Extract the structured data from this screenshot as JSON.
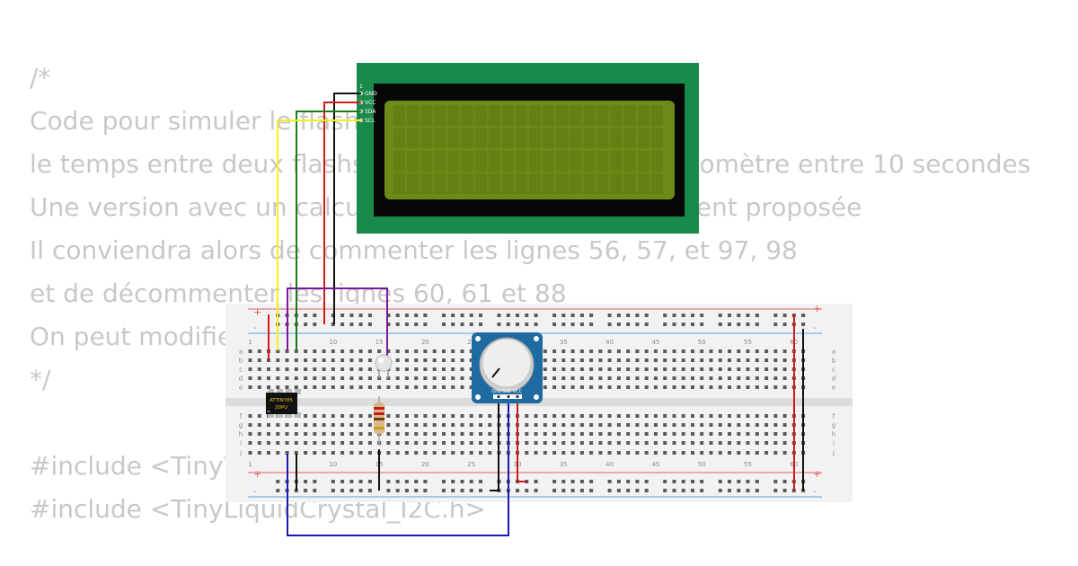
{
  "code_lines": [
    "/*",
    "Code pour simuler le flash",
    "le temps entre deux flashs est réglable par le potentiomètre entre 10 secondes",
    "Une version avec un calcul de l'intervalle est également proposée",
    "Il conviendra alors de commenter les lignes 56, 57, et 97, 98",
    "et de décommenter les lignes 60, 61 et 88",
    "On peut modifier les durées min et max aux lignes 30 et 31",
    "*/",
    "",
    "#include <TinyWireM.h>",
    "#include <TinyLiquidCrystal_I2C.h>"
  ],
  "lcd": {
    "pin1": "1",
    "pins": [
      "GND",
      "VCC",
      "SDA",
      "SCL"
    ]
  },
  "chip": {
    "line1": "ATTINY85",
    "line2": "20PU"
  },
  "potentiometer": {
    "pins": [
      "GND",
      "SIG",
      "VCC"
    ]
  },
  "breadboard": {
    "col_numbers": [
      "1",
      "10",
      "15",
      "20",
      "25",
      "30",
      "35",
      "40",
      "45",
      "50",
      "55",
      "60"
    ],
    "top_row_letters": [
      "a",
      "b",
      "c",
      "d",
      "e"
    ],
    "bottom_row_letters": [
      "f",
      "g",
      "h",
      "i",
      "j"
    ],
    "plus": "+",
    "minus": "-"
  },
  "colors": {
    "code_text": "#c8c8c8",
    "lcd_board": "#1a8a4a",
    "lcd_screen": "#6e8a16",
    "pot_board": "#1f6aa0",
    "wire_black": "#111111",
    "wire_red": "#d11a1a",
    "wire_green": "#1a7a1a",
    "wire_yellow": "#f3f01a",
    "wire_purple": "#7a1a9a",
    "wire_blue": "#1a1ab0"
  }
}
